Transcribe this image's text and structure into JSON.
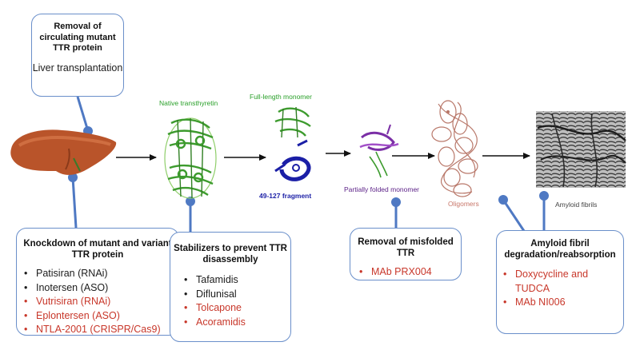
{
  "labels": {
    "native": "Native transthyretin",
    "monomer": "Full-length monomer",
    "fragment": "49-127 fragment",
    "partial": "Partially folded monomer",
    "oligomers": "Oligomers",
    "fibrils": "Amyloid fibrils"
  },
  "boxes": {
    "liver": {
      "title": "Removal of circulating mutant TTR protein",
      "body": "Liver transplantation"
    },
    "knockdown": {
      "title": "Knockdown of mutant and variant TTR  protein",
      "items": [
        {
          "text": "Patisiran (RNAi)",
          "color": "#1c1c1c"
        },
        {
          "text": "Inotersen (ASO)",
          "color": "#1c1c1c"
        },
        {
          "text": "Vutrisiran (RNAi)",
          "color": "#c8372a"
        },
        {
          "text": "Eplontersen (ASO)",
          "color": "#c8372a"
        },
        {
          "text": "NTLA-2001 (CRISPR/Cas9)",
          "color": "#c8372a"
        }
      ]
    },
    "stabilizers": {
      "title": "Stabilizers to prevent TTR disassembly",
      "items": [
        {
          "text": "Tafamidis",
          "color": "#1c1c1c"
        },
        {
          "text": "Diflunisal",
          "color": "#1c1c1c"
        },
        {
          "text": "Tolcapone",
          "color": "#c8372a"
        },
        {
          "text": "Acoramidis",
          "color": "#c8372a"
        }
      ]
    },
    "misfolded": {
      "title": "Removal of misfolded TTR",
      "items": [
        {
          "text": "MAb PRX004",
          "color": "#c8372a"
        }
      ]
    },
    "amyloid": {
      "title": "Amyloid fibril degradation/reabsorption",
      "items": [
        {
          "text": "Doxycycline and TUDCA",
          "color": "#c8372a"
        },
        {
          "text": "MAb NI006",
          "color": "#c8372a"
        }
      ]
    }
  },
  "colors": {
    "box_border": "#6a8fca",
    "connector": "#4f79c3",
    "arrow": "#111111",
    "native_label": "#2aa02a",
    "fragment_label": "#1b1fa6",
    "partial_label": "#5a1f86",
    "oligomer_label": "#c8776a",
    "fibril_label": "#444444"
  },
  "icons": [
    "liver-icon",
    "native-ttr-structure",
    "monomer-structure",
    "fragment-structure",
    "partially-folded-structure",
    "oligomers-structure",
    "amyloid-fibrils-image"
  ]
}
